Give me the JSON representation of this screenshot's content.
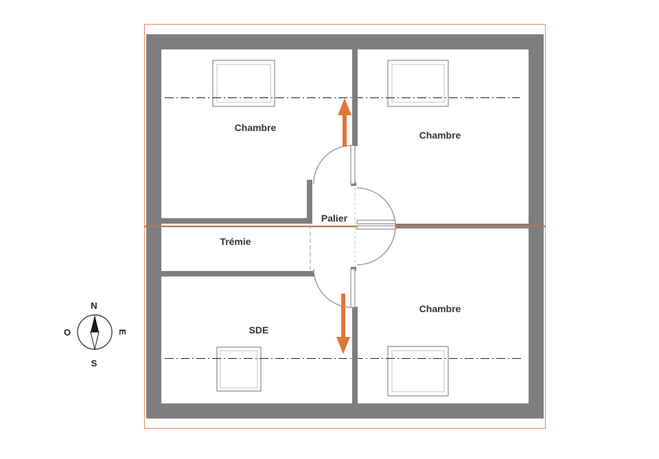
{
  "colors": {
    "wall": "#7e7e7e",
    "accent": "#e0763a",
    "border": "#ec9a72",
    "ridge": "#c4714a",
    "text": "#333333"
  },
  "rooms": {
    "top_left": "Chambre",
    "top_right": "Chambre",
    "bottom_right": "Chambre",
    "shower": "SDE",
    "landing": "Palier",
    "stairwell": "Trémie"
  },
  "compass": {
    "north": "N",
    "south": "S",
    "east": "E",
    "west": "O"
  },
  "icons": {
    "stairs_up": "orange-up-arrow",
    "stairs_down": "orange-down-arrow",
    "compass": "compass-rose-needle"
  }
}
